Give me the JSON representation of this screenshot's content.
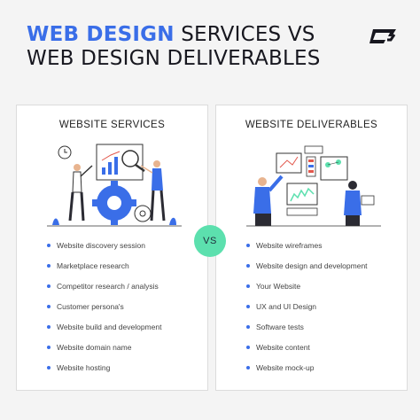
{
  "header": {
    "title_accent": "WEB DESIGN",
    "title_rest": " SERVICES VS",
    "title_line2": "WEB DESIGN DELIVERABLES",
    "logo_icon": "brand-logo-icon"
  },
  "colors": {
    "accent": "#3a6ee8",
    "vs_badge": "#5ce0ae",
    "bullet": "#3a6ee8"
  },
  "left_card": {
    "title": "WEBSITE SERVICES",
    "illustration": "gear-and-magnifier-illustration",
    "items": [
      "Website discovery session",
      "Marketplace research",
      "Competitor research / analysis",
      "Customer persona's",
      "Website build and development",
      "Website domain name",
      "Website hosting"
    ]
  },
  "vs_badge": "VS",
  "right_card": {
    "title": "WEBSITE DELIVERABLES",
    "illustration": "dashboard-people-illustration",
    "items": [
      "Website wireframes",
      "Website design and development",
      "Your Website",
      "UX and UI Design",
      "Software tests",
      "Website content",
      "Website mock-up"
    ]
  }
}
